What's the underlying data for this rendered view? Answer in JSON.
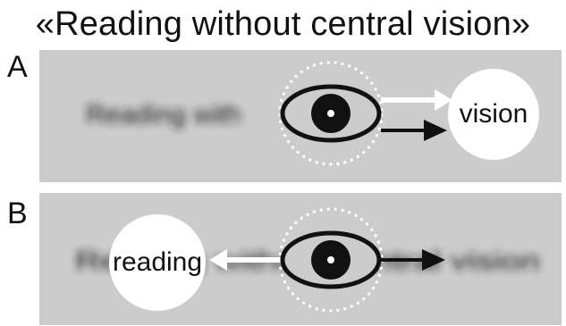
{
  "title": "«Reading without central vision»",
  "panels": [
    {
      "label": "A",
      "blurred_text": "Reading with",
      "word": "vision"
    },
    {
      "label": "B",
      "blurred_text": "Reading without central vision",
      "word": "reading"
    }
  ],
  "colors": {
    "panel_bg": "#cccccc",
    "eye": "#111111",
    "circle": "#ffffff",
    "white_arrow": "#ffffff",
    "black_arrow": "#111111"
  }
}
